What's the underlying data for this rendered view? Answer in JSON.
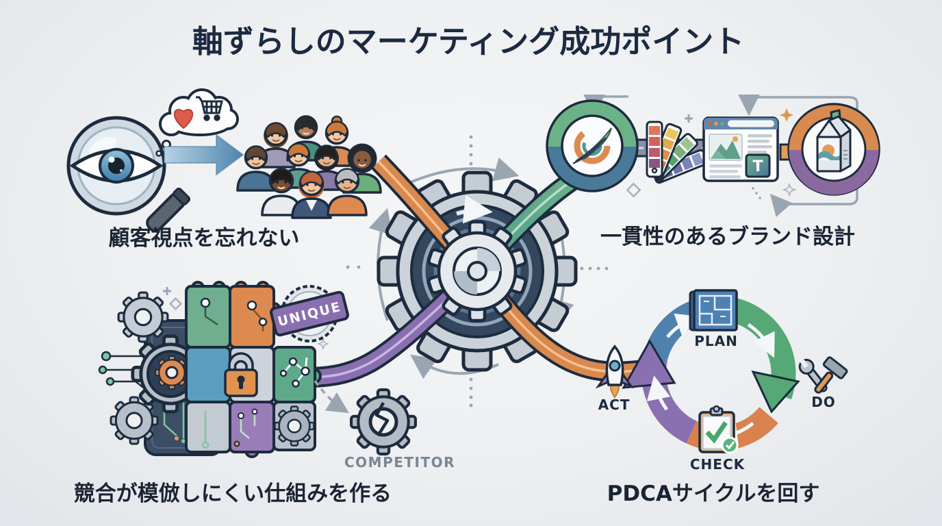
{
  "title": "軸ずらしのマーケティング成功ポイント",
  "quadrants": {
    "customer": {
      "label": "顧客視点を忘れない"
    },
    "brand": {
      "label": "一貫性のあるブランド設計",
      "typography_letter": "T"
    },
    "moat": {
      "label": "競合が模倣しにくい仕組みを作る",
      "badge": "UNIQUE",
      "competitor_caption": "COMPETITOR"
    },
    "pdca": {
      "label": "PDCAサイクルを回す",
      "plan": "PLAN",
      "do": "DO",
      "check": "CHECK",
      "act": "ACT"
    }
  },
  "palette": {
    "outline_navy": "#1d2b3d",
    "ribbon_orange": "#d9884e",
    "ribbon_green": "#61ab86",
    "ribbon_purple": "#8a6fb0",
    "pdca_blue": "#4e81ad",
    "pdca_green": "#57a877",
    "pdca_orange": "#d9824d",
    "pdca_purple": "#8a70b0",
    "arrow_blue": "#5f93ba",
    "heart_red": "#dd5a4c",
    "lock_orange": "#e0924e",
    "badge_purple": "#8a6fb0",
    "background": "#edeff2"
  }
}
